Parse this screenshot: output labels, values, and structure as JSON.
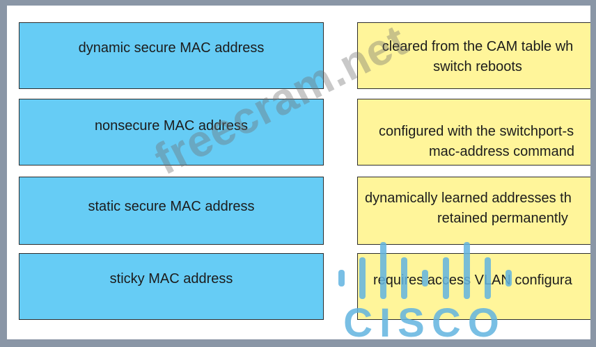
{
  "left_items": [
    {
      "label": "dynamic secure MAC address"
    },
    {
      "label": "nonsecure MAC address"
    },
    {
      "label": "static secure MAC address"
    },
    {
      "label": "sticky MAC address"
    }
  ],
  "right_items": [
    {
      "line1": "cleared from the CAM table wh",
      "line2": "switch reboots"
    },
    {
      "line1": "configured with the switchport-s",
      "line2": "mac-address command"
    },
    {
      "line1": "dynamically learned addresses th",
      "line2": "retained permanently"
    },
    {
      "line1": "requires access VLAN configura",
      "line2": ""
    }
  ],
  "watermark": {
    "text": "freecram.net"
  },
  "logo": {
    "text": "CISCO"
  },
  "colors": {
    "left_box": "#66ccf5",
    "right_box": "#fff59a",
    "logo": "#62b4e0",
    "background": "#8a96a6"
  }
}
